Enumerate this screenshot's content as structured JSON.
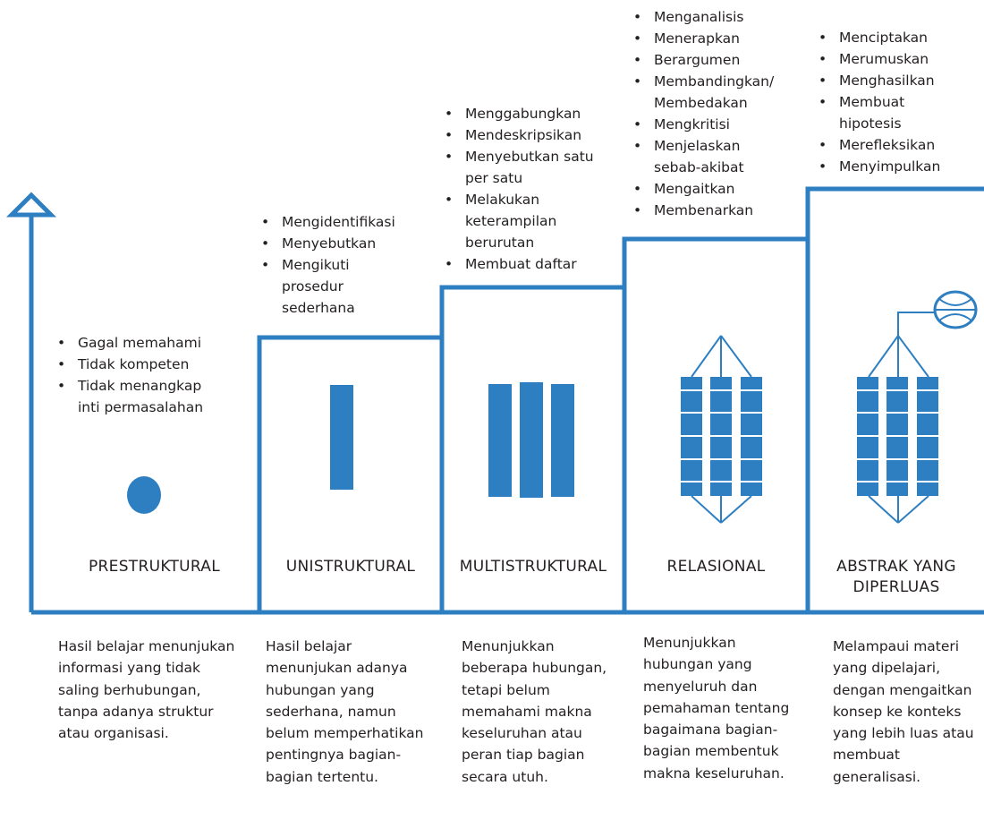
{
  "colors": {
    "accent": "#2e7fc1",
    "text": "#231f20"
  },
  "levels": [
    {
      "name": "PRESTRUKTURAL",
      "icon": "dot-icon",
      "bullets": [
        "Gagal memahami",
        "Tidak kompeten",
        "Tidak menangkap inti permasalahan"
      ],
      "description": "Hasil belajar menunjukan informasi yang tidak saling berhubungan, tanpa adanya struktur atau organisasi."
    },
    {
      "name": "UNISTRUKTURAL",
      "icon": "single-bar-icon",
      "bullets": [
        "Mengidentifikasi",
        "Menyebutkan",
        "Mengikuti prosedur sederhana"
      ],
      "description": "Hasil belajar menunjukan adanya hubungan yang sederhana, namun belum memperhatikan pentingnya bagian-bagian tertentu."
    },
    {
      "name": "MULTISTRUKTURAL",
      "icon": "three-bars-icon",
      "bullets": [
        "Menggabungkan",
        "Mendeskripsikan",
        "Menyebutkan satu per satu",
        "Melakukan keterampilan berurutan",
        "Membuat daftar"
      ],
      "description": "Menunjukkan beberapa hubungan, tetapi belum memahami makna keseluruhan atau peran tiap bagian secara utuh."
    },
    {
      "name": "RELASIONAL",
      "icon": "connected-bars-icon",
      "bullets": [
        "Menganalisis",
        "Menerapkan",
        "Berargumen",
        "Membandingkan/ Membedakan",
        "Mengkritisi",
        "Menjelaskan sebab-akibat",
        "Mengaitkan",
        "Membenarkan"
      ],
      "description": "Menunjukkan hubungan yang menyeluruh dan pemahaman tentang bagaimana bagian-bagian membentuk makna keseluruhan."
    },
    {
      "name": "ABSTRAK YANG DIPERLUAS",
      "icon": "extended-structure-icon",
      "bullets": [
        "Menciptakan",
        "Merumuskan",
        "Menghasilkan",
        "Membuat hipotesis",
        "Merefleksikan",
        "Menyimpulkan"
      ],
      "description": "Melampaui materi yang dipelajari, dengan mengaitkan konsep ke konteks yang lebih luas atau membuat generalisasi."
    }
  ]
}
